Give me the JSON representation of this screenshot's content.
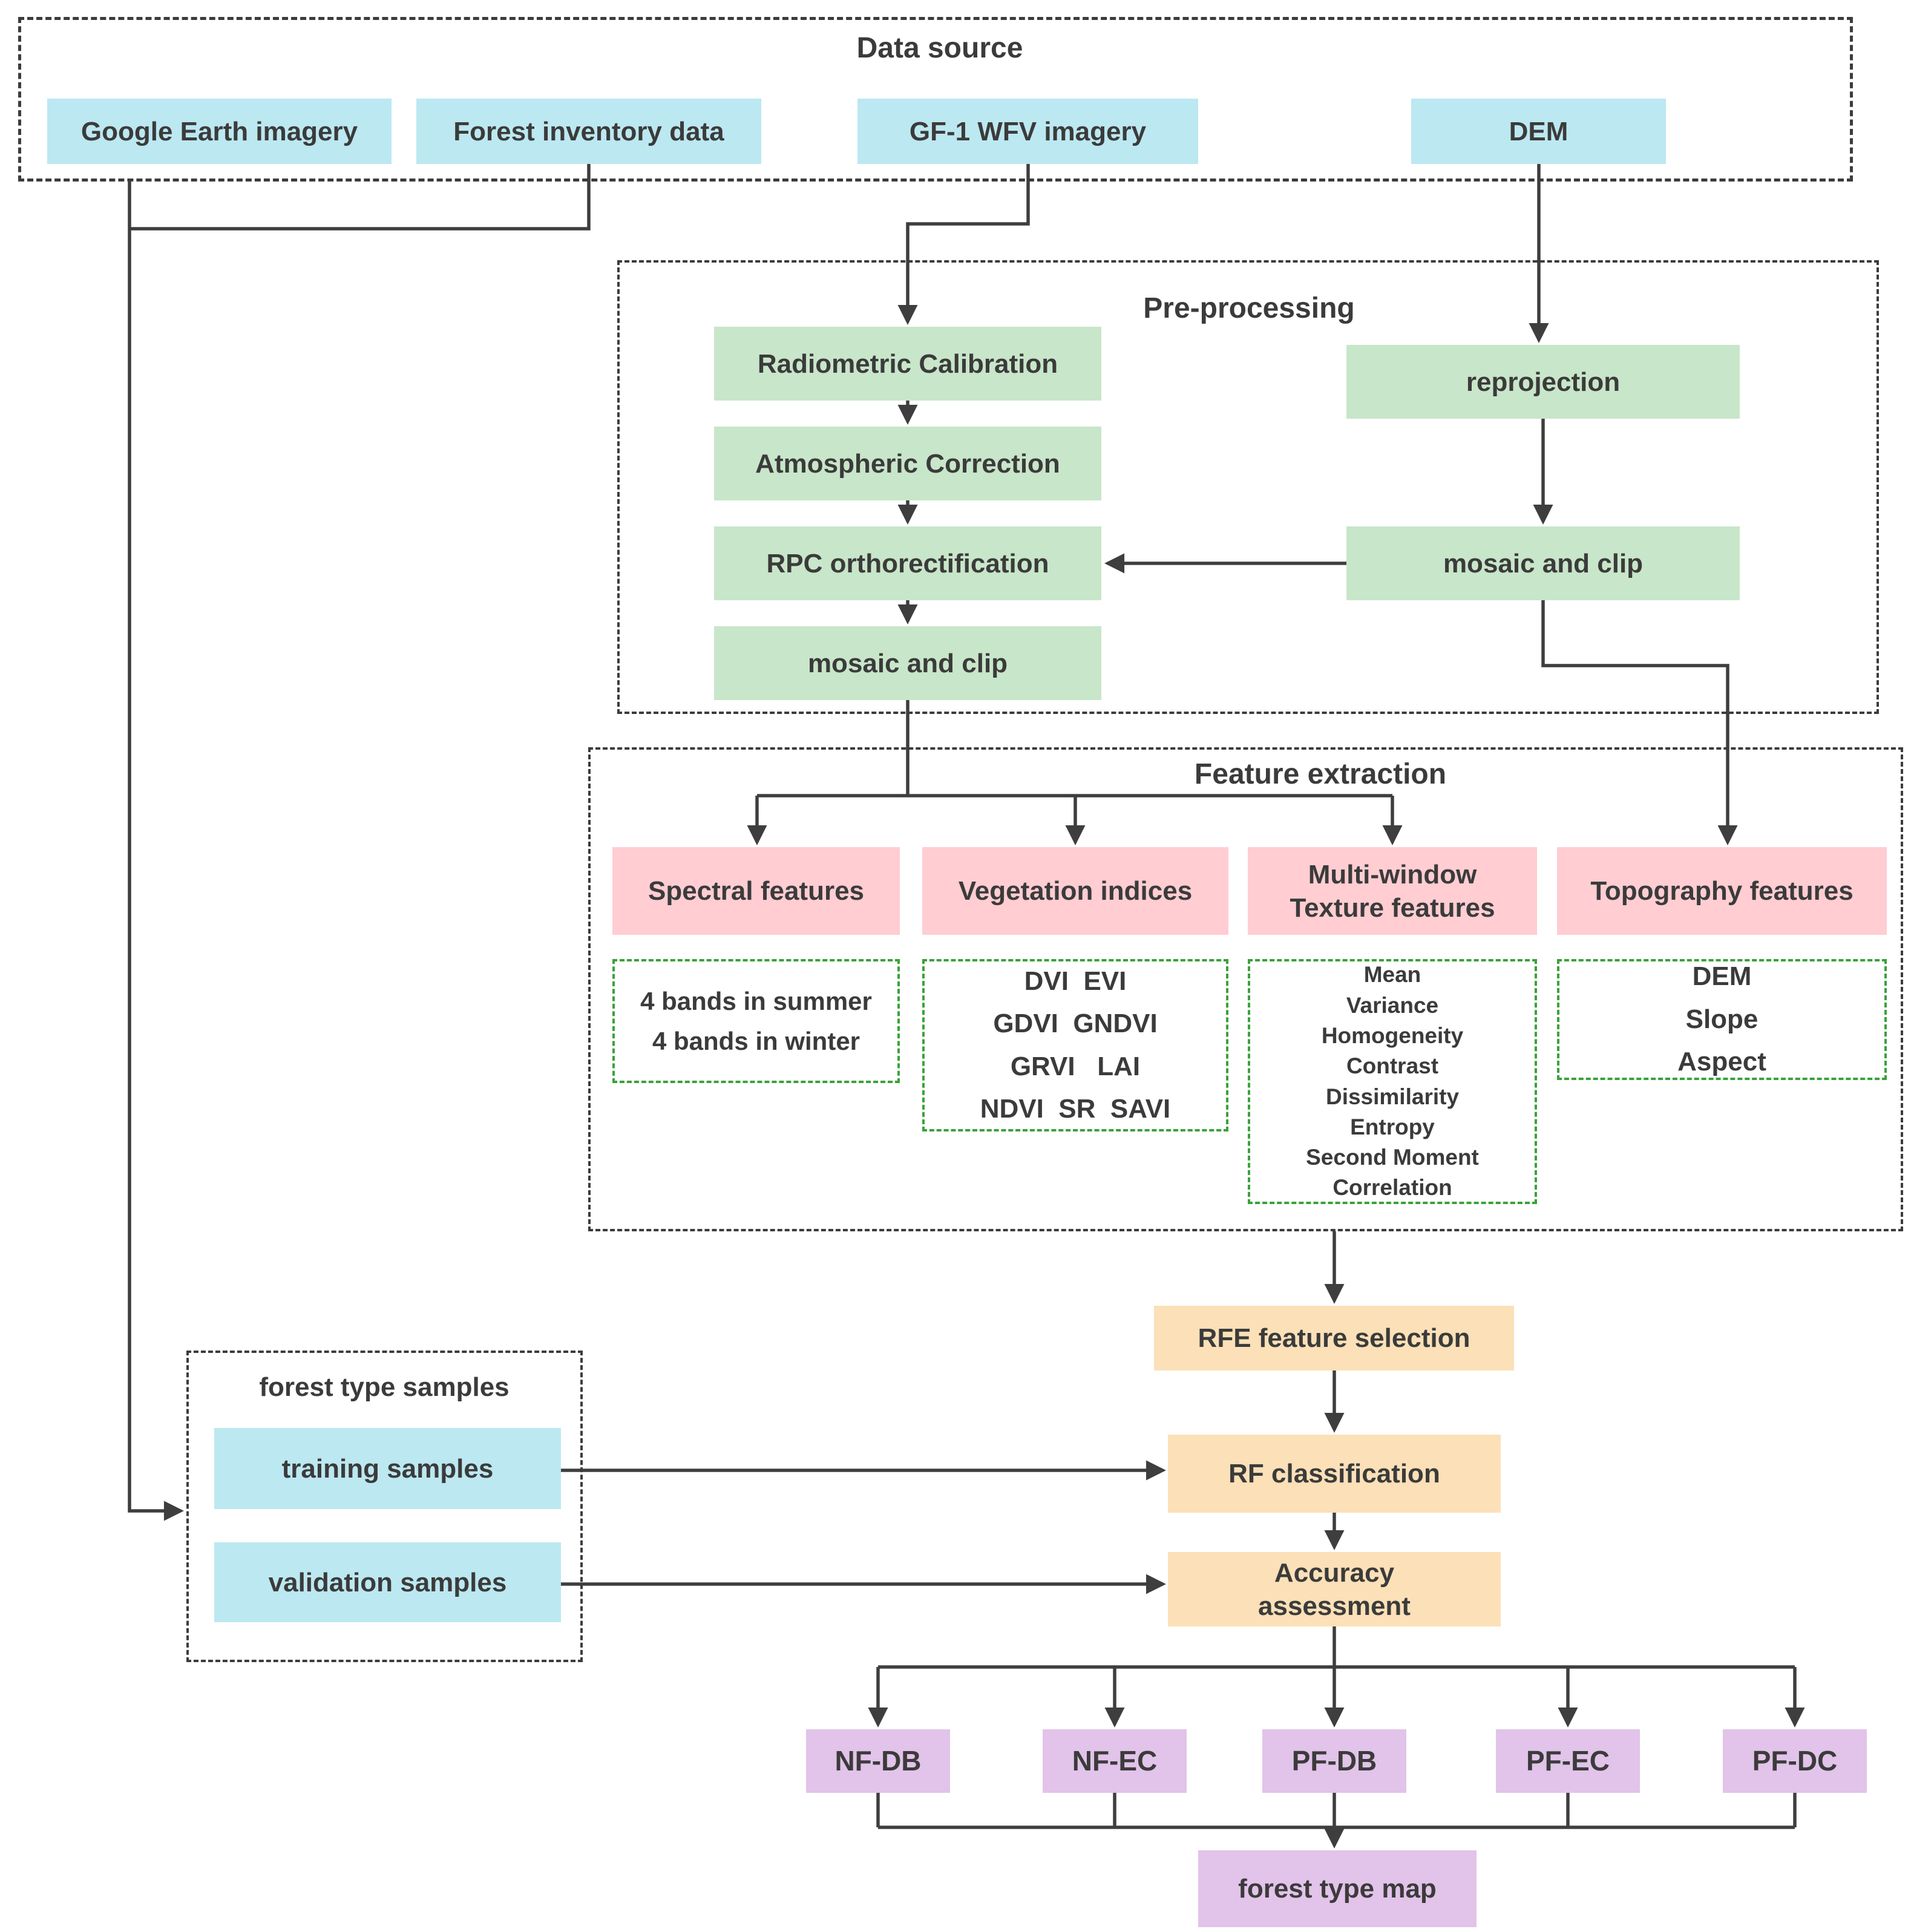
{
  "colors": {
    "cyan_box": "#bce8f1",
    "green_box": "#c8e6c9",
    "pink_box": "#ffcdd2",
    "orange_box": "#fbe0b8",
    "purple_box": "#e2c3e9",
    "wire": "#3e3e3e",
    "green_dashed_border": "#3aa23a"
  },
  "data_source": {
    "title": "Data source",
    "items": [
      "Google Earth imagery",
      "Forest inventory data",
      "GF-1 WFV imagery",
      "DEM"
    ]
  },
  "pre_processing": {
    "title": "Pre-processing",
    "left_steps": [
      "Radiometric Calibration",
      "Atmospheric Correction",
      "RPC orthorectification",
      "mosaic and clip"
    ],
    "right_steps": [
      "reprojection",
      "mosaic and clip"
    ]
  },
  "feature_extraction": {
    "title": "Feature extraction",
    "groups": [
      {
        "label_lines": [
          "Spectral features"
        ],
        "details": [
          "4 bands in summer",
          "4 bands in winter"
        ]
      },
      {
        "label_lines": [
          "Vegetation indices"
        ],
        "details": [
          "DVI  EVI",
          "GDVI  GNDVI",
          "GRVI   LAI",
          "NDVI  SR  SAVI"
        ]
      },
      {
        "label_lines": [
          "Multi-window",
          "Texture features"
        ],
        "details": [
          "Mean",
          "Variance",
          "Homogeneity",
          "Contrast",
          "Dissimilarity",
          "Entropy",
          "Second Moment",
          "Correlation"
        ]
      },
      {
        "label_lines": [
          "Topography features"
        ],
        "details": [
          "DEM",
          "Slope",
          "Aspect"
        ]
      }
    ]
  },
  "workflow": {
    "rfe": "RFE feature selection",
    "rf": "RF classification",
    "accuracy_lines": [
      "Accuracy",
      "assessment"
    ]
  },
  "samples": {
    "title": "forest type samples",
    "training": "training samples",
    "validation": "validation samples"
  },
  "outputs": {
    "classes": [
      "NF-DB",
      "NF-EC",
      "PF-DB",
      "PF-EC",
      "PF-DC"
    ],
    "map": "forest type map"
  }
}
